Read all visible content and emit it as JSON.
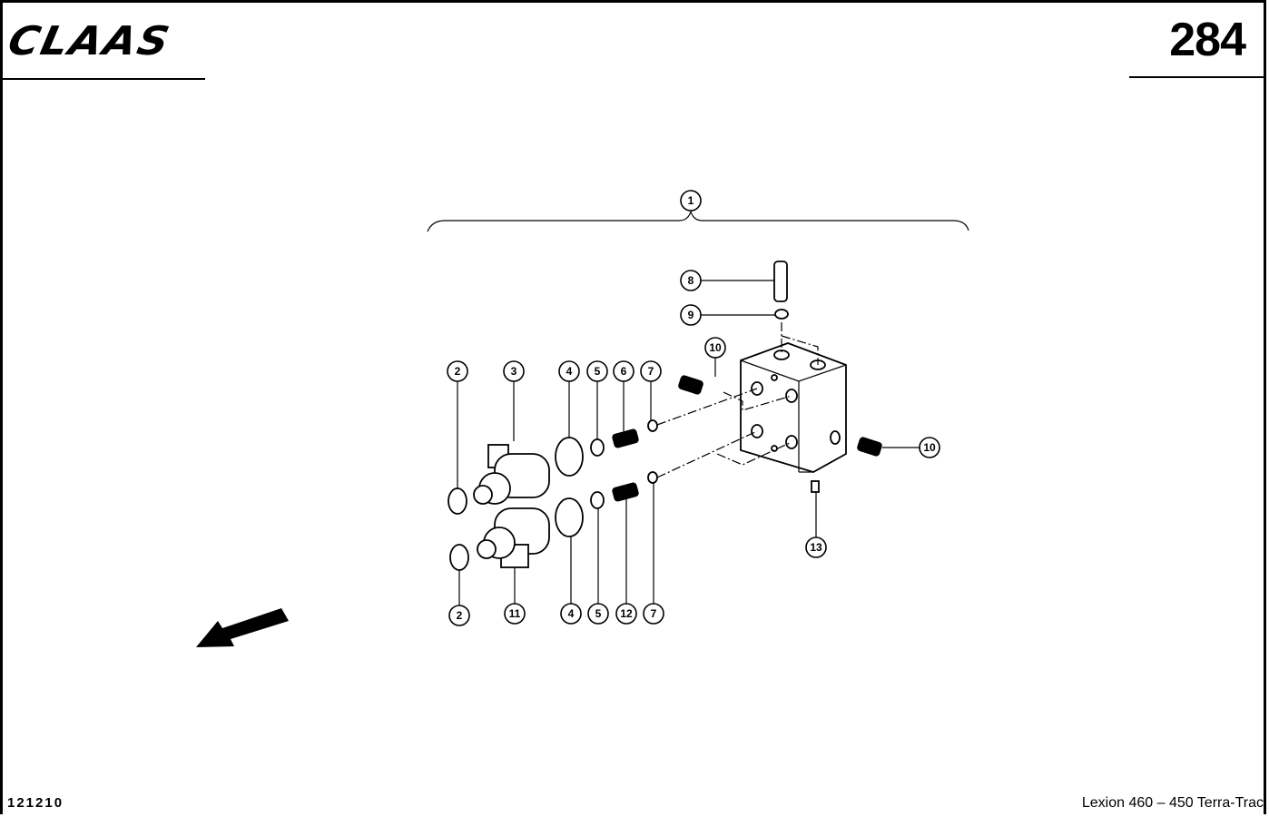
{
  "header": {
    "brand": "CLAAS",
    "page_number": "284"
  },
  "footer": {
    "code": "121210",
    "model": "Lexion 460 – 450 Terra-Trac"
  },
  "callouts": [
    "1",
    "2",
    "3",
    "4",
    "5",
    "6",
    "7",
    "8",
    "9",
    "10",
    "11",
    "12",
    "13"
  ]
}
